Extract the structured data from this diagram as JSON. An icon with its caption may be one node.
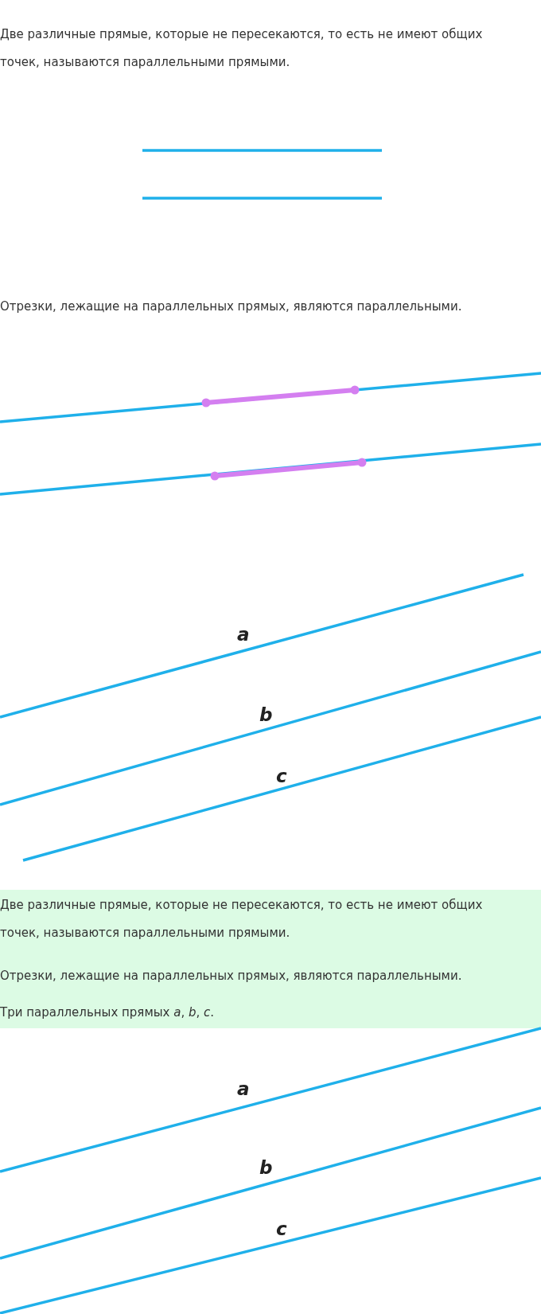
{
  "diagram": {
    "labels": [
      "Две различные прямые, которые не пересекаются, то есть не имеют общих точек, называются параллельными прямыми.",
      "Отрезки, лежащие на параллельных прямых, являются параллельными.",
      "a",
      "b",
      "c",
      "Две различные прямые, которые не пересекаются, то есть не имеют общих точек, называются параллельными прямыми.",
      "Отрезки, лежащие на параллельных прямых, являются параллельными.",
      "Три параллельных прямых *a*, *b*, *c*.",
      "a",
      "b",
      "c"
    ]
  }
}
